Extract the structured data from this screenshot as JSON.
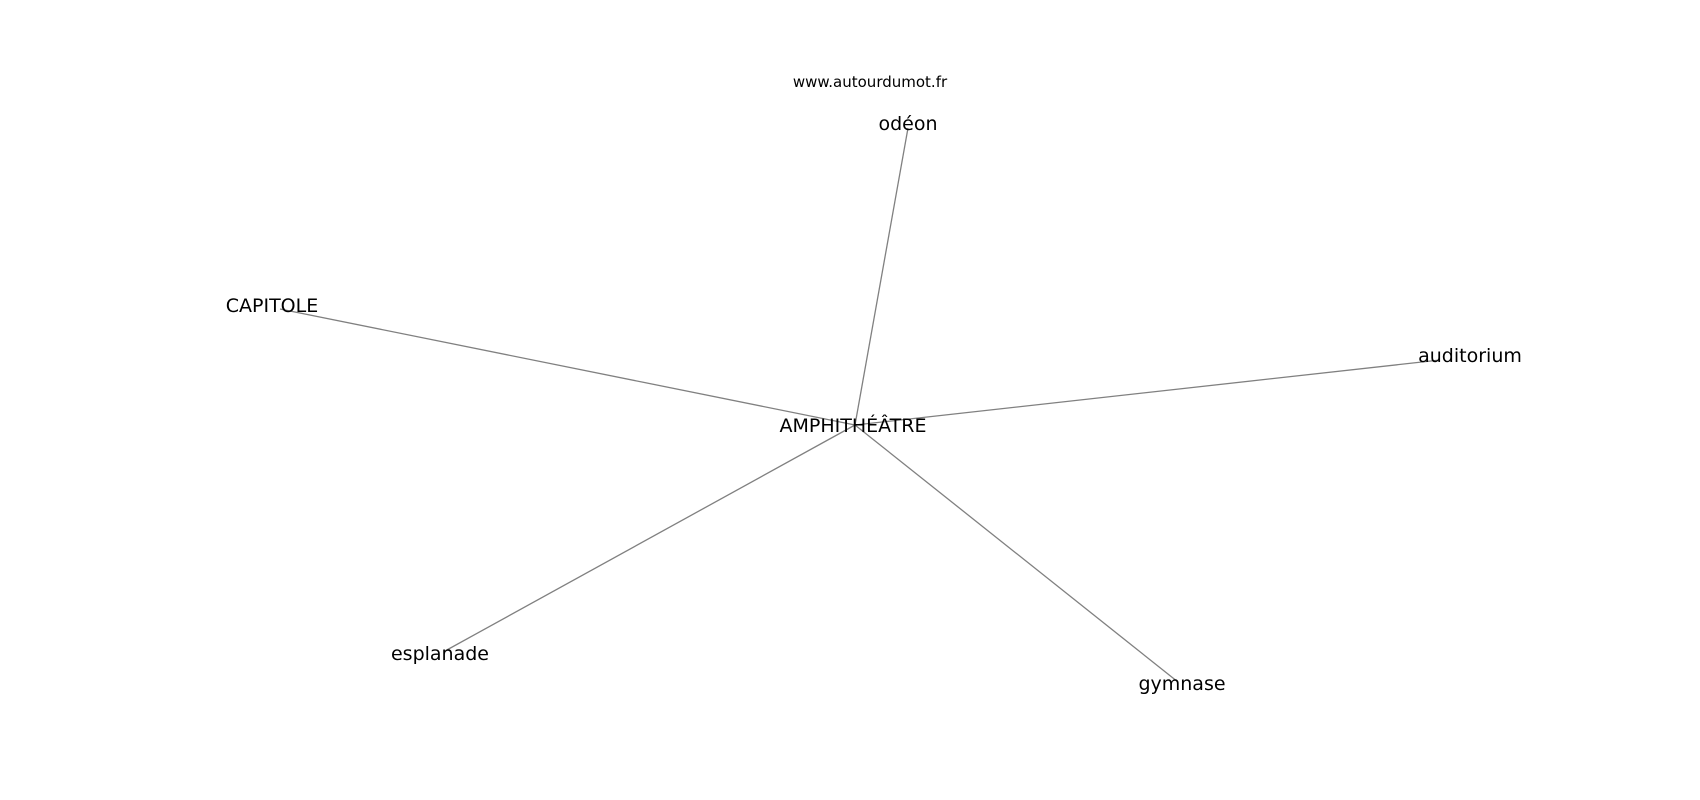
{
  "watermark": "www.autourdumot.fr",
  "graph": {
    "center": "AMPHITHÉÂTRE",
    "nodes": [
      {
        "id": "center",
        "label": "AMPHITHÉÂTRE"
      },
      {
        "id": "odeon",
        "label": "odéon"
      },
      {
        "id": "capitole",
        "label": "CAPITOLE"
      },
      {
        "id": "auditorium",
        "label": "auditorium"
      },
      {
        "id": "esplanade",
        "label": "esplanade"
      },
      {
        "id": "gymnase",
        "label": "gymnase"
      }
    ],
    "edges": [
      {
        "from": "center",
        "to": "odeon"
      },
      {
        "from": "center",
        "to": "capitole"
      },
      {
        "from": "center",
        "to": "auditorium"
      },
      {
        "from": "center",
        "to": "esplanade"
      },
      {
        "from": "center",
        "to": "gymnase"
      }
    ]
  },
  "colors": {
    "edge": "#808080",
    "text": "#000000",
    "background": "#ffffff"
  }
}
